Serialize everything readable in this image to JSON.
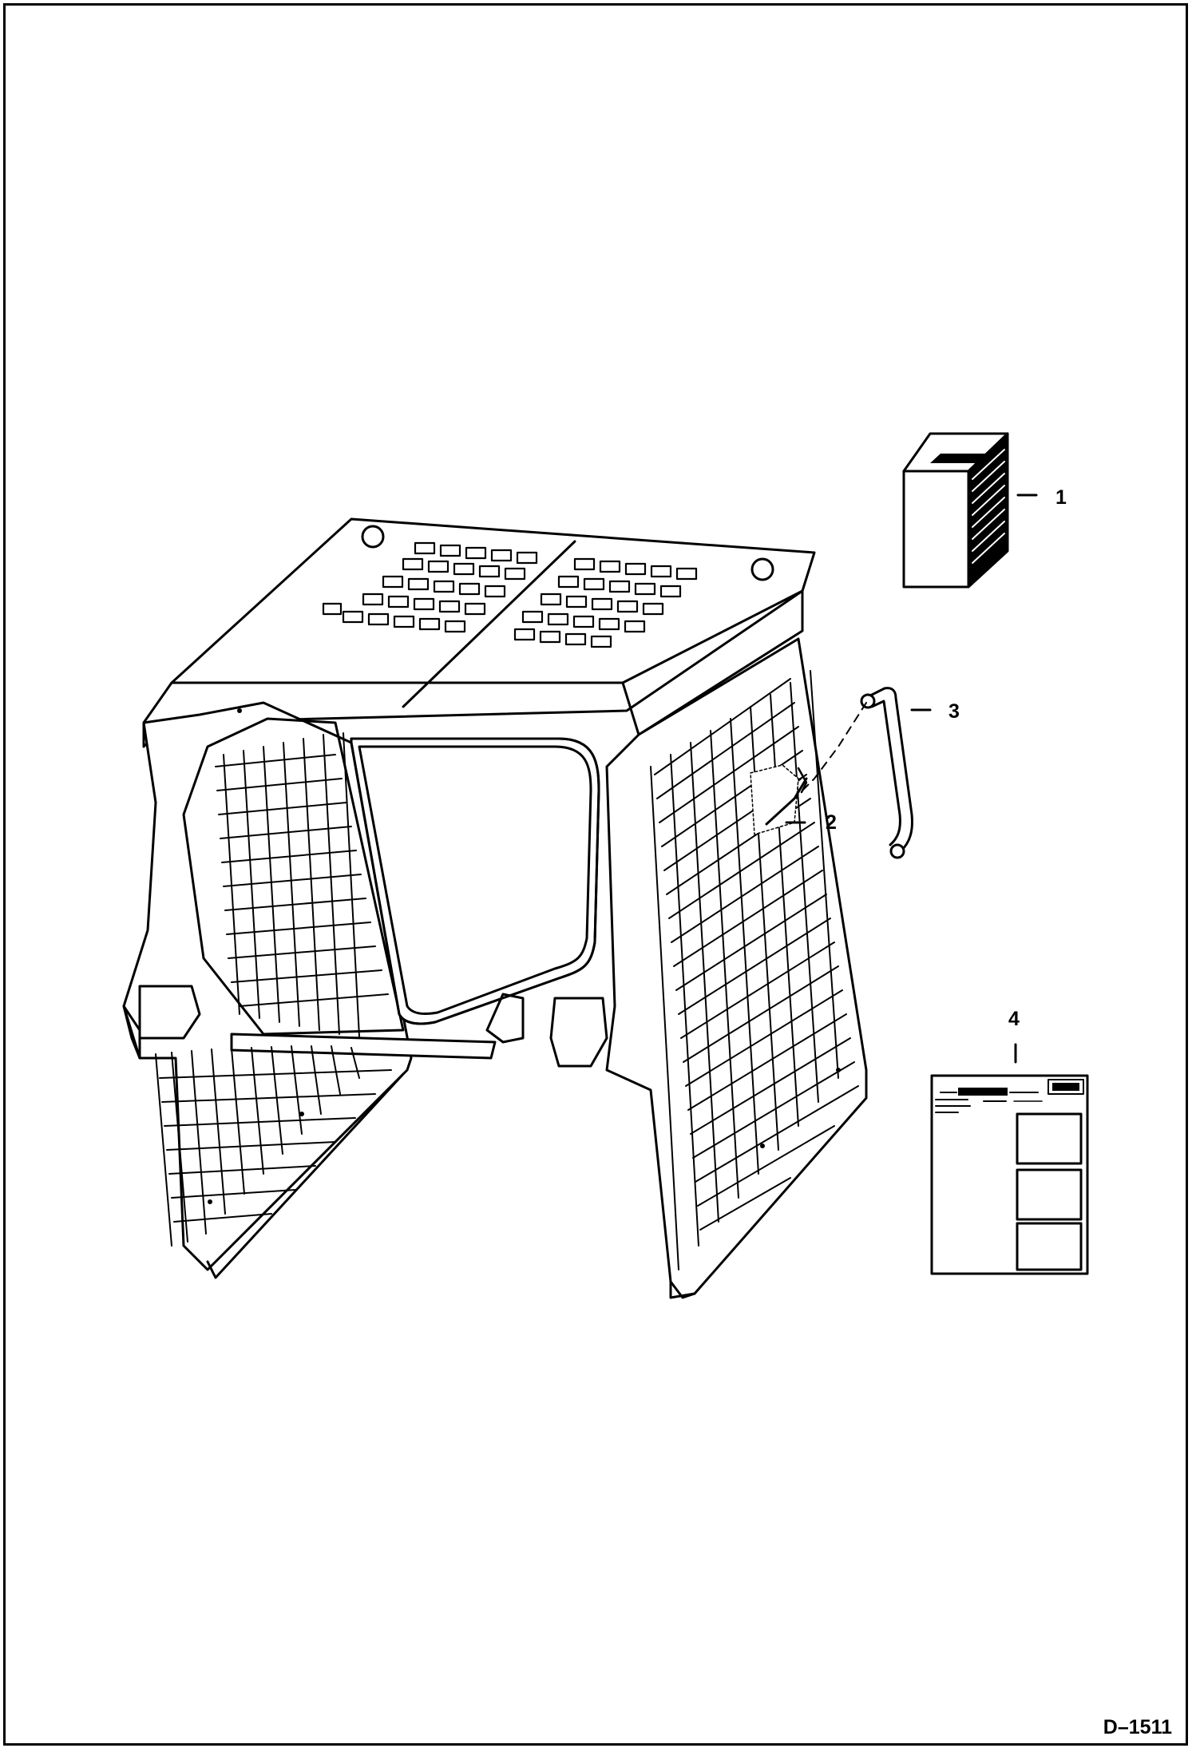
{
  "callouts": [
    {
      "id": "1",
      "label": "1"
    },
    {
      "id": "2",
      "label": "2"
    },
    {
      "id": "3",
      "label": "3"
    },
    {
      "id": "4",
      "label": "4"
    }
  ],
  "drawing_id": "D–1511",
  "decal": {
    "title": "INSTRUCTIONS"
  },
  "colors": {
    "line": "#000000",
    "paper": "#ffffff"
  }
}
